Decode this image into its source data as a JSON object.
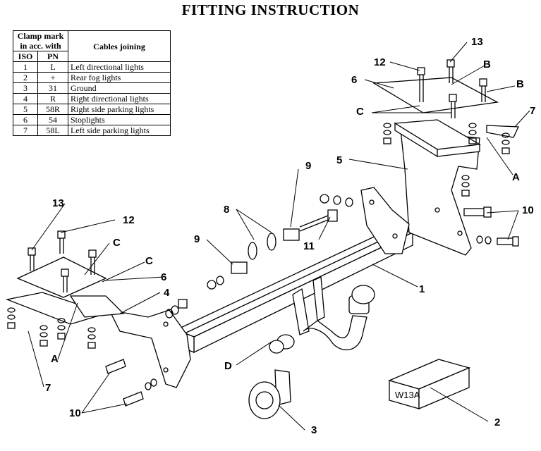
{
  "title": "FITTING INSTRUCTION",
  "table": {
    "header_clamp": "Clamp mark",
    "header_clamp2": "in acc. with",
    "header_cables": "Cables joining",
    "header_iso": "ISO",
    "header_pn": "PN",
    "rows": [
      {
        "iso": "1",
        "pn": "L",
        "desc": "Left directional lights"
      },
      {
        "iso": "2",
        "pn": "+",
        "desc": "Rear fog lights"
      },
      {
        "iso": "3",
        "pn": "31",
        "desc": "Ground"
      },
      {
        "iso": "4",
        "pn": "R",
        "desc": "Right directional lights"
      },
      {
        "iso": "5",
        "pn": "58R",
        "desc": "Right side parking lights"
      },
      {
        "iso": "6",
        "pn": "54",
        "desc": "Stoplights"
      },
      {
        "iso": "7",
        "pn": "58L",
        "desc": "Left side parking lights"
      }
    ]
  },
  "labels": {
    "n1": "1",
    "n2": "2",
    "n3": "3",
    "n4": "4",
    "n5": "5",
    "n6": "6",
    "n7": "7",
    "n8": "8",
    "n9": "9",
    "n10": "10",
    "n11": "11",
    "n12": "12",
    "n13": "13",
    "a": "A",
    "b": "B",
    "c": "C",
    "d": "D"
  },
  "plate_text": "W13A"
}
